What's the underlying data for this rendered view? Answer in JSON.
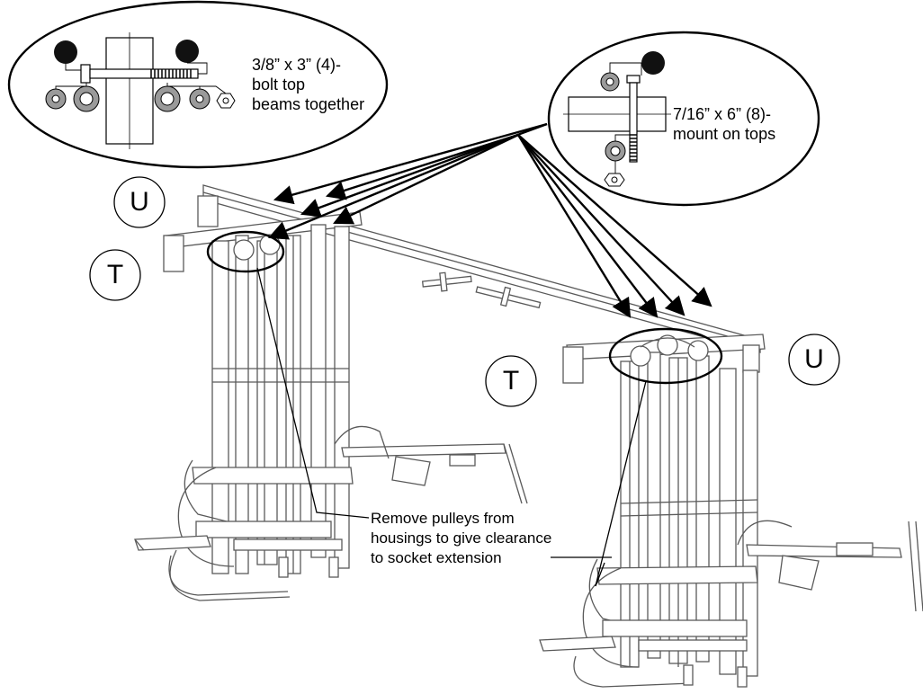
{
  "callouts": {
    "top_left_spec": [
      "3/8” x 3” (4)-",
      "bolt top",
      "beams together"
    ],
    "top_right_spec": [
      "7/16” x 6” (8)-",
      "mount on tops"
    ],
    "bottom_note": [
      "Remove pulleys from",
      "housings to give clearance",
      "to socket extension"
    ]
  },
  "part_letters": {
    "u_left": "U",
    "t_left": "T",
    "t_right": "T",
    "u_right": "U"
  },
  "colors": {
    "line": "#000000",
    "frame_fill": "#ffffff",
    "washer_gray": "#9a9a9a",
    "frame_stroke": "#5a5a5a"
  }
}
